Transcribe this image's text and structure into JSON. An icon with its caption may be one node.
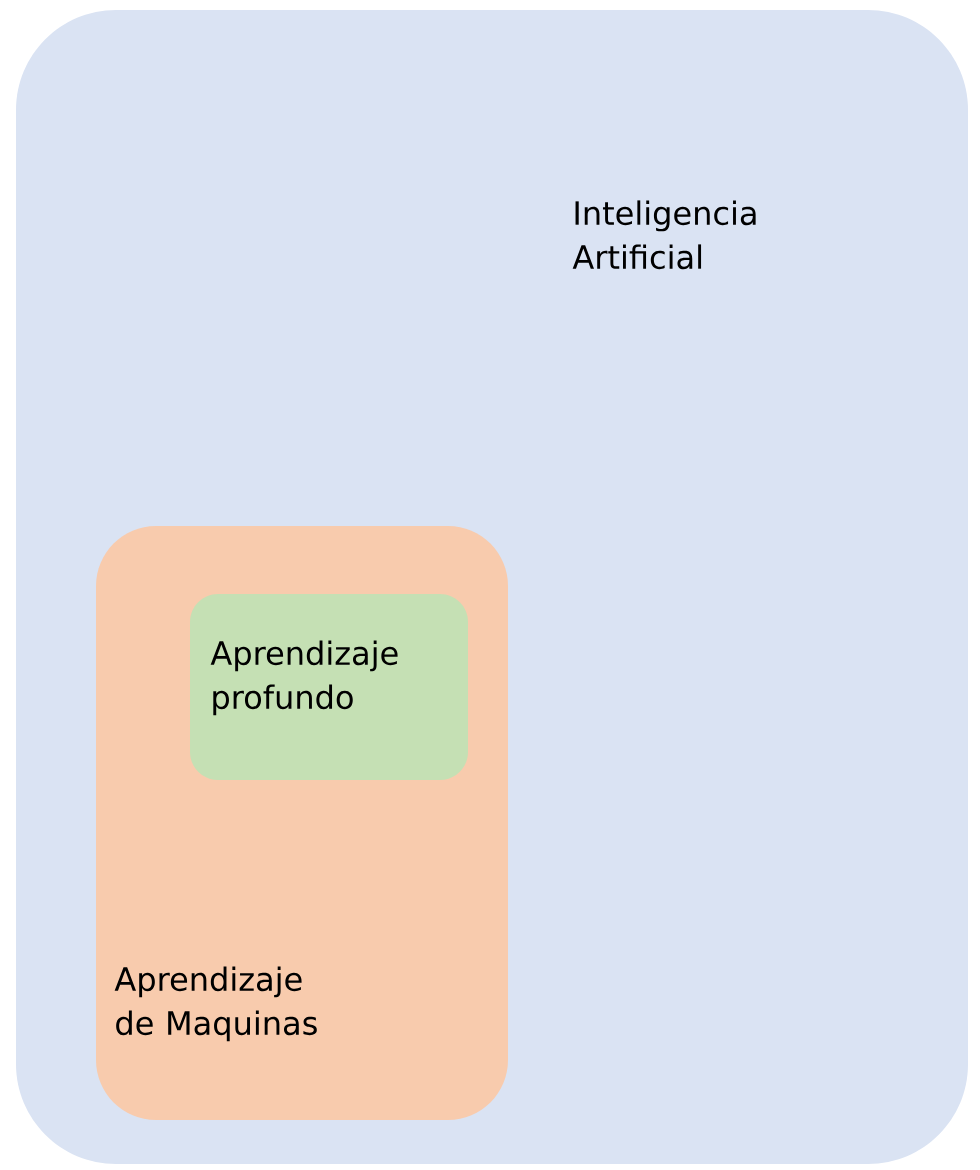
{
  "diagram": {
    "nodes": [
      {
        "text": [
          "Inteligencia Artificial"
        ]
      },
      {
        "text": [
          "Aprendizaje de Maquinas"
        ],
        "in": 0
      },
      {
        "text": [
          "Aprendizaje profundo"
        ],
        "in": 1
      }
    ]
  }
}
